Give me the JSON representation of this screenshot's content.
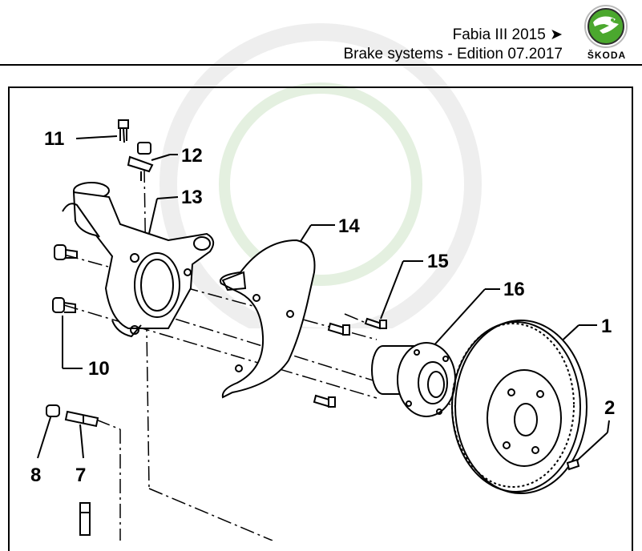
{
  "header": {
    "model_line": "Fabia III 2015 ➤",
    "subtitle": "Brake systems - Edition 07.2017",
    "brand": "ŠKODA",
    "logo_icon": "skoda-arrow-logo-icon",
    "logo_color": "#4ba82e"
  },
  "diagram": {
    "labels": [
      "11",
      "12",
      "13",
      "14",
      "15",
      "16",
      "1",
      "2",
      "10",
      "8",
      "7"
    ]
  }
}
